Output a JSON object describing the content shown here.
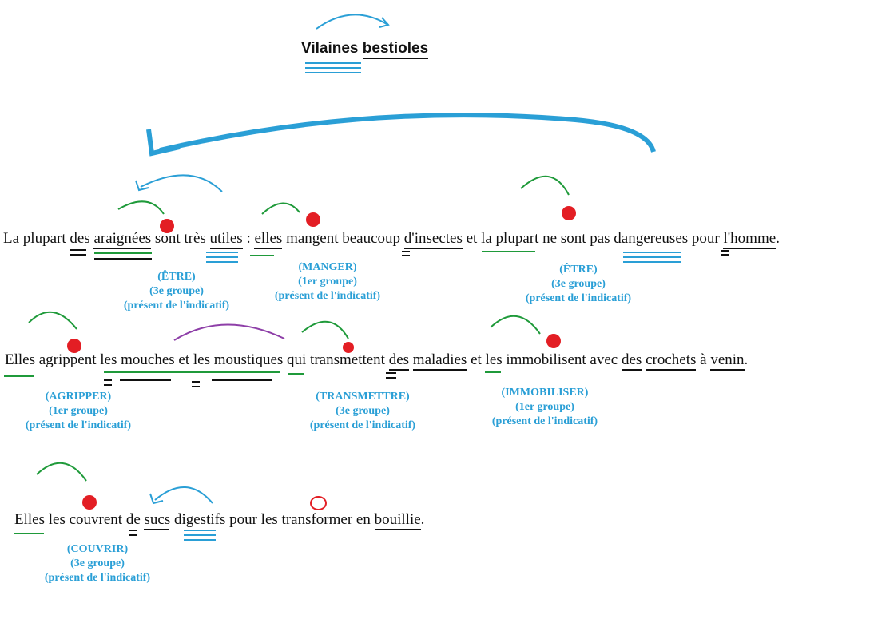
{
  "title": {
    "w1": "Vilaines",
    "w2": "bestioles"
  },
  "sentences": [
    [
      "La plupart des ",
      "araignées",
      " sont très ",
      "utiles",
      " : ",
      "elles",
      " mangent beaucoup ",
      "d'insectes",
      " et ",
      "la plupart",
      " ne sont  pas dangereuses pour ",
      "l'homme",
      "."
    ],
    [
      "Elles",
      " agrippent les mouches et les moustiques qui transmettent ",
      "des",
      "  ",
      "maladies",
      " et les immobilisent avec ",
      "des",
      " ",
      "crochets",
      " à ",
      "venin",
      "."
    ],
    [
      "Elles les couvrent de sucs digestifs pour les transformer en ",
      "bouillie",
      "."
    ]
  ],
  "verb_tags": [
    {
      "verb": "(ÊTRE)",
      "group": "(3e groupe)",
      "tense": "(présent de l'indicatif)"
    },
    {
      "verb": "(MANGER)",
      "group": "(1er groupe)",
      "tense": "(présent de l'indicatif)"
    },
    {
      "verb": "(ÊTRE)",
      "group": "(3e groupe)",
      "tense": "(présent de l'indicatif)"
    },
    {
      "verb": "(AGRIPPER)",
      "group": "(1er groupe)",
      "tense": "(présent de l'indicatif)"
    },
    {
      "verb": "(TRANSMETTRE)",
      "group": "(3e groupe)",
      "tense": "(présent de l'indicatif)"
    },
    {
      "verb": "(IMMOBILISER)",
      "group": "(1er groupe)",
      "tense": "(présent de l'indicatif)"
    },
    {
      "verb": "(COUVRIR)",
      "group": "(3e groupe)",
      "tense": "(présent de l'indicatif)"
    }
  ],
  "colors": {
    "annotation_blue": "#2a9fd6",
    "verb_red": "#e31e24",
    "arrow_green": "#1f9a3a",
    "arrow_purple": "#8e3fa8",
    "ink": "#111111"
  }
}
